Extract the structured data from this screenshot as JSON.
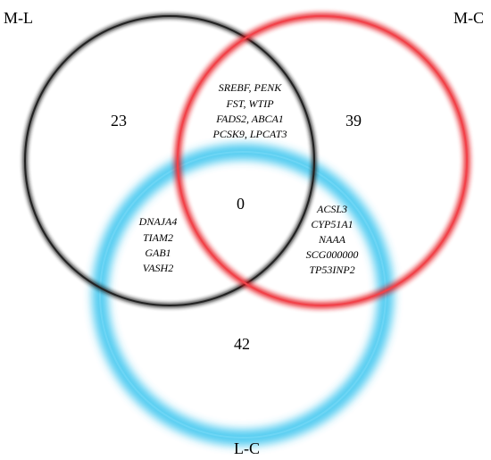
{
  "diagram": {
    "type": "venn",
    "sets": [
      {
        "label": "M-L",
        "color": "#1a1a1a"
      },
      {
        "label": "M-C",
        "color": "#e8141c"
      },
      {
        "label": "L-C",
        "color": "#35c3ee"
      }
    ],
    "regions": {
      "ml_only": {
        "count": "23"
      },
      "mc_only": {
        "count": "39"
      },
      "lc_only": {
        "count": "42"
      },
      "all_three": {
        "count": "0"
      },
      "ml_mc": {
        "genes": [
          "SREBF, PENK",
          "FST, WTIP",
          "FADS2, ABCA1",
          "PCSK9, LPCAT3"
        ]
      },
      "ml_lc": {
        "genes": [
          "DNAJA4",
          "TIAM2",
          "GAB1",
          "VASH2"
        ]
      },
      "mc_lc": {
        "genes": [
          "ACSL3",
          "CYP51A1",
          "NAAA",
          "SCG000000",
          "TP53INP2"
        ]
      }
    }
  }
}
